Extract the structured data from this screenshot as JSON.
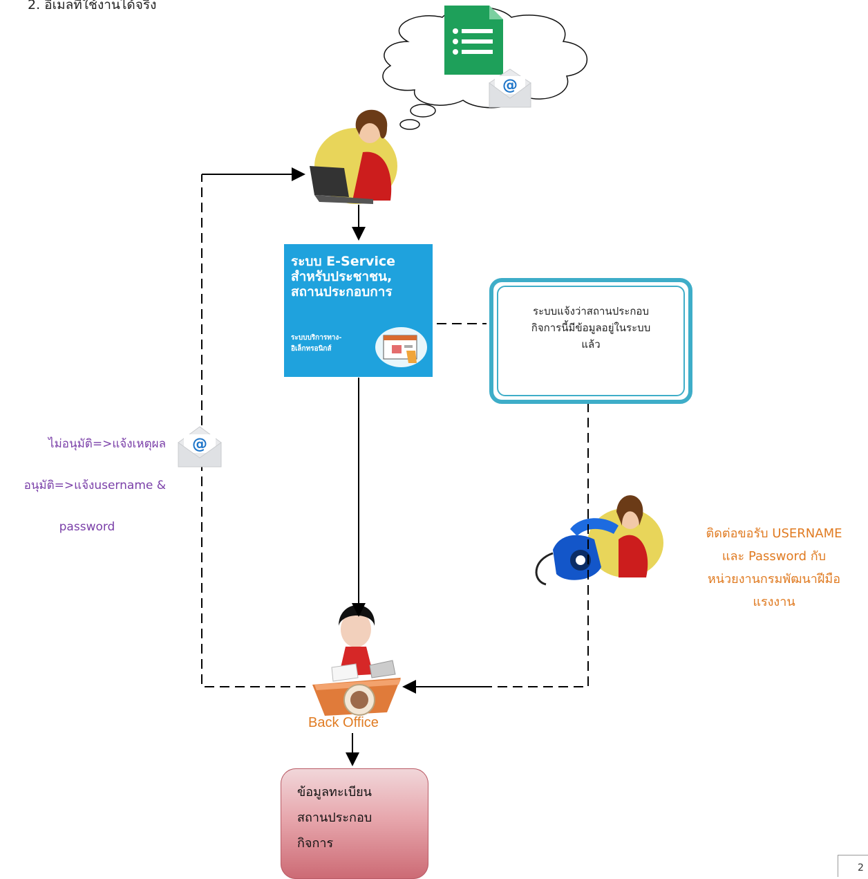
{
  "heading": "2.   อีเมลที่ใช้งานได้จริง",
  "eservice": {
    "title": "ระบบ E-Service\nสำหรับประชาชน,\nสถานประกอบการ",
    "subtitle": "ระบบบริการทาง-\nอิเล็กทรอนิกส์"
  },
  "notice": {
    "text": "ระบบแจ้งว่าสถานประกอบ\nกิจการนี้มีข้อมูลอยู่ในระบบ\nแล้ว"
  },
  "email_note": {
    "line1": "ไม่อนุมัติ=>แจ้งเหตุผล",
    "line2": "อนุมัติ=>แจ้งusername &",
    "line3": "password"
  },
  "contact_note": {
    "text": "ติดต่อขอรับ USERNAME\nและ Password กับ\nหน่วยงานกรมพัฒนาฝีมือ\nแรงงาน"
  },
  "backoffice": {
    "label": "Back Office"
  },
  "database": {
    "text": "ข้อมูลทะเบียน\nสถานประกอบ\nกิจการ"
  },
  "page_number": "2",
  "colors": {
    "eservice_bg": "#1fa2dd",
    "notice_border": "#3eadc8",
    "email_note_text": "#7a3fa8",
    "contact_note_text": "#e07b22",
    "database_fill": "#e7a7ad"
  },
  "icons": [
    "cloud-thought-icon",
    "google-forms-icon",
    "email-icon",
    "woman-laptop-icon",
    "phone-woman-icon",
    "backoffice-clerk-icon",
    "web-form-icon"
  ]
}
